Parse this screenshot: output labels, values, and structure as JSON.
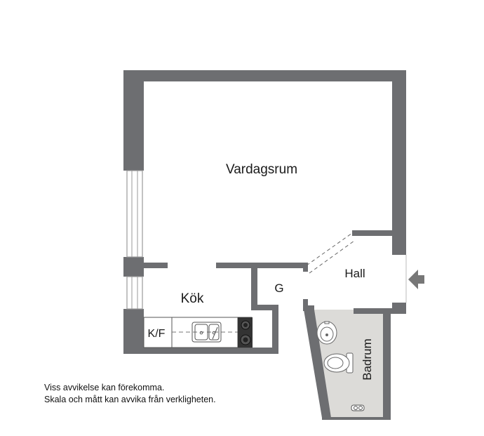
{
  "rooms": {
    "living": "Vardagsrum",
    "kitchen": "Kök",
    "hall": "Hall",
    "closet": "G",
    "fridge_freezer": "K/F",
    "bathroom": "Badrum"
  },
  "disclaimer": {
    "line1": "Viss avvikelse kan förekomma.",
    "line2": "Skala och mått kan avvika från verkligheten."
  },
  "icons": [
    "entrance-arrow-icon",
    "sink-icon",
    "stove-icon",
    "toilet-icon",
    "washbasin-icon",
    "shower-icon"
  ],
  "colors": {
    "wall": "#6d6e71",
    "bathroom_floor": "#dcdbd8",
    "window": "#d6d6d6",
    "line": "#555555"
  }
}
